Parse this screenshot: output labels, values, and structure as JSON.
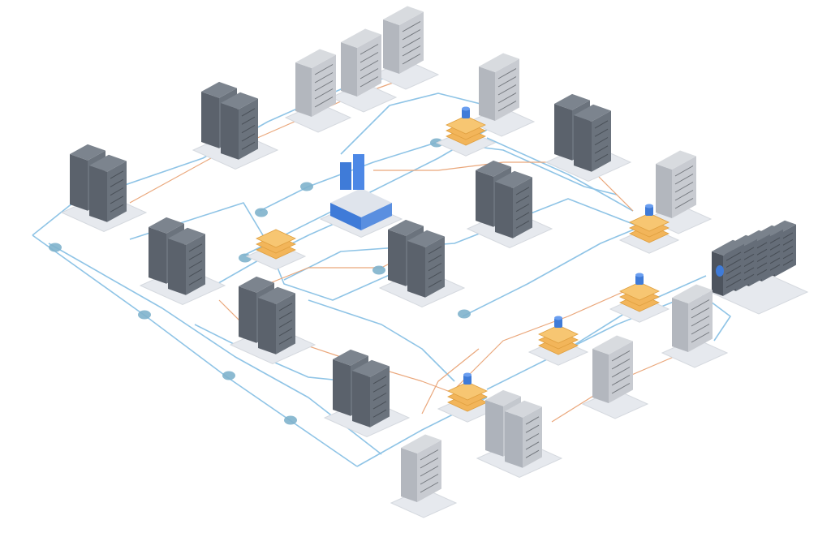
{
  "palette": {
    "background": "#ffffff",
    "rack_dark": "#5f6772",
    "rack_light": "#b9bdc4",
    "base": "#e6e9ee",
    "link_blue": "#8fc4e6",
    "link_orange": "#eaa77b",
    "hub_orange": "#f2b55a",
    "core_blue": "#3f7bd8",
    "node_teal": "#7fb3cc"
  },
  "legend": {
    "labels": []
  },
  "node_types": [
    "dark-server-rack",
    "light-server-rack",
    "orange-switch-hub",
    "blue-core-router",
    "storage-array"
  ]
}
